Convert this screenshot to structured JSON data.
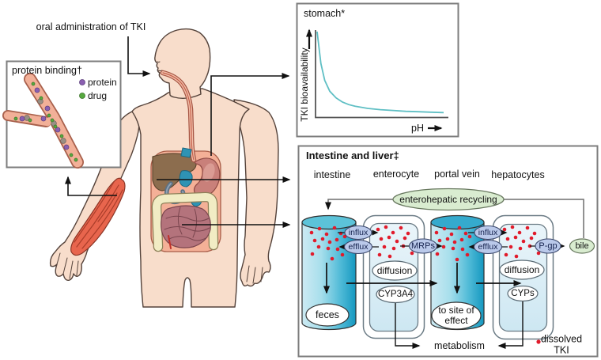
{
  "annotations": {
    "oral_administration": "oral administration of TKI"
  },
  "protein_panel": {
    "title": "protein binding†",
    "legend": [
      {
        "label": "protein",
        "color": "#8a5fb0"
      },
      {
        "label": "drug",
        "color": "#56a93f"
      }
    ]
  },
  "stomach_panel": {
    "title": "stomach*",
    "ylabel": "TKI bioavailability",
    "xlabel": "pH"
  },
  "intestine_panel": {
    "title": "Intestine and liver‡",
    "columns": [
      "intestine",
      "enterocyte",
      "portal vein",
      "hepatocytes"
    ],
    "recycling": "enterohepatic recycling",
    "transporters": {
      "influx": "influx",
      "efflux": "efflux",
      "mrps": "MRPs",
      "pgp": "P-gp"
    },
    "bile": "bile",
    "processes": {
      "diffusion": "diffusion",
      "cyp3a4": "CYP3A4",
      "cyps": "CYPs",
      "metabolism": "metabolism"
    },
    "outputs": {
      "feces": "feces",
      "to_site_line1": "to site of",
      "to_site_line2": "effect"
    },
    "legend": {
      "dot_color": "#e11b2b",
      "line1": "dissolved",
      "line2": "TKI"
    }
  },
  "chart_data": {
    "type": "line",
    "title": "stomach*",
    "xlabel": "pH",
    "ylabel": "TKI bioavailability",
    "axis_note": "qualitative axes, no tick labels; bioavailability falls steeply then plateaus as pH rises",
    "xlim": [
      0,
      10
    ],
    "ylim": [
      0,
      1
    ],
    "grid": false,
    "legend_position": "none",
    "line_color": "#5fbfc4",
    "series": [
      {
        "name": "TKI bioavailability vs pH",
        "x": [
          0,
          0.3,
          0.6,
          1,
          1.5,
          2,
          2.5,
          3,
          4,
          5,
          6,
          7,
          8,
          9,
          10
        ],
        "y": [
          1.0,
          0.62,
          0.42,
          0.29,
          0.21,
          0.16,
          0.13,
          0.11,
          0.085,
          0.07,
          0.06,
          0.05,
          0.045,
          0.04,
          0.035
        ]
      }
    ]
  }
}
